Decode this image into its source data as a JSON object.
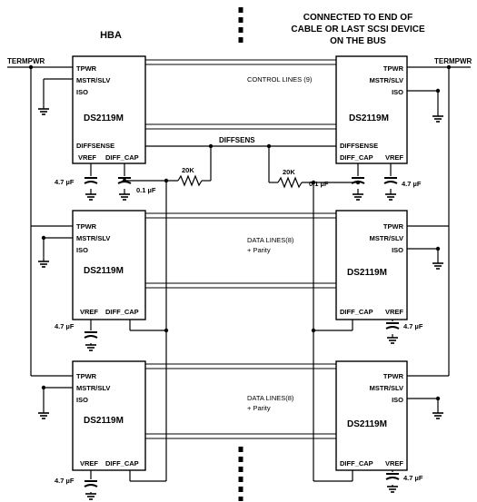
{
  "headers": {
    "left": "HBA",
    "right": [
      "CONNECTED TO END OF",
      "CABLE OR LAST SCSI DEVICE",
      "ON THE BUS"
    ]
  },
  "supply": {
    "left": "TERMPWR",
    "right": "TERMPWR"
  },
  "chip": {
    "name": "DS2119M",
    "pins": {
      "tpwr": "TPWR",
      "mstr": "MSTR/SLV",
      "iso": "ISO",
      "diffsense": "DIFFSENSE",
      "vref": "VREF",
      "diffcap": "DIFF_CAP"
    }
  },
  "buses": {
    "control": "CONTROL LINES (9)",
    "diffsens": "DIFFSENS",
    "data1": [
      "DATA LINES(8)",
      "+ Parity"
    ],
    "data2": [
      "DATA LINES(8)",
      "+ Parity"
    ]
  },
  "components": {
    "cap_big": "4.7 µF",
    "cap_small": "0.1 µF",
    "resistor": "20K"
  }
}
